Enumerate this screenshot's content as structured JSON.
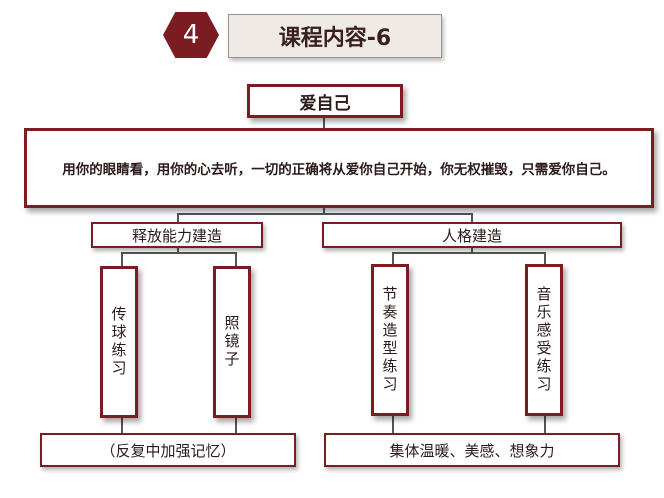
{
  "header": {
    "number": "4",
    "title": "课程内容-6"
  },
  "root": {
    "label": "爱自己"
  },
  "statement": {
    "text": "用你的眼睛看，用你的心去听，一切的正确将从爱你自己开始，你无权摧毁，只需爱你自己。"
  },
  "branches": [
    {
      "label": "释放能力建造",
      "items": [
        "传球练习",
        "照镜子"
      ],
      "result": "（反复中加强记忆）"
    },
    {
      "label": "人格建造",
      "items": [
        "节奏造型练习",
        "音乐感受练习"
      ],
      "result": "集体温暖、美感、想象力"
    }
  ],
  "colors": {
    "accent": "#7a1c22",
    "title_bg": "#efeae5"
  }
}
